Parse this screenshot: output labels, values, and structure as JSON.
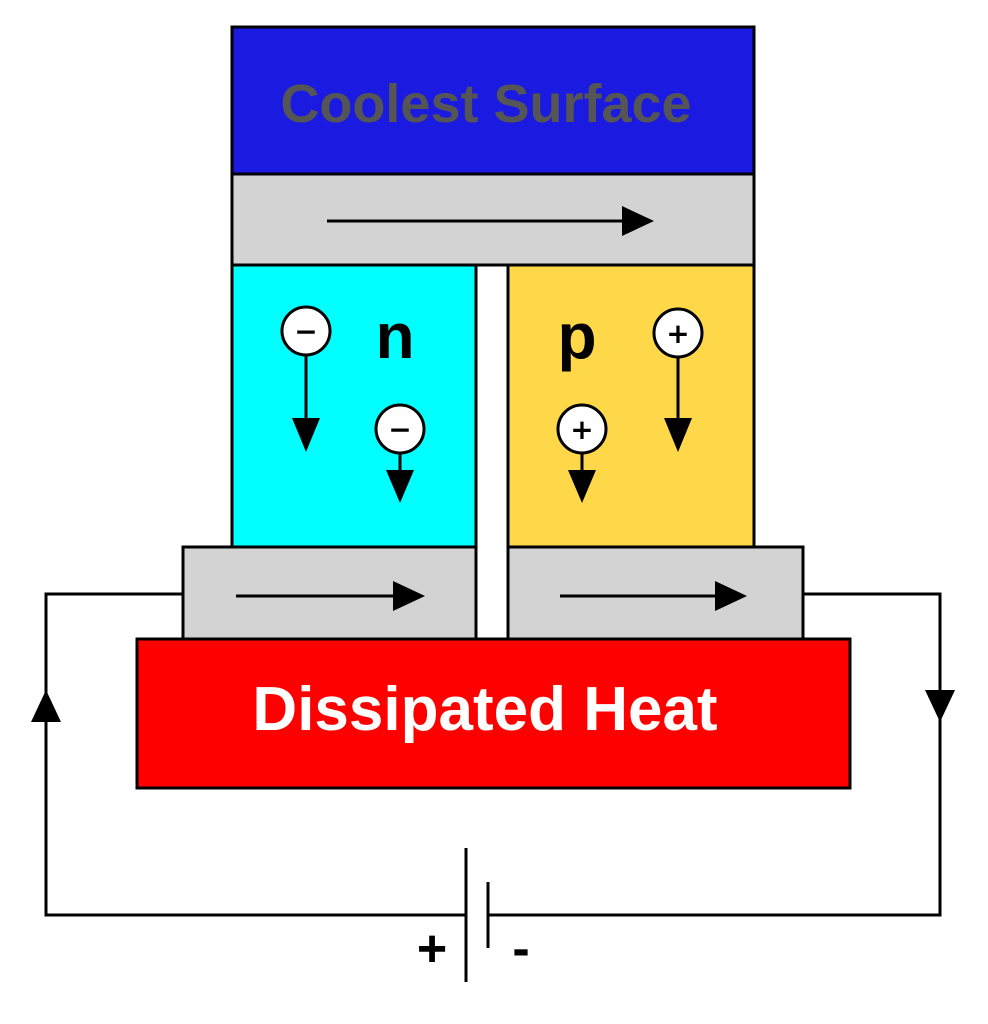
{
  "diagram": {
    "cold_plate_label": "Coolest Surface",
    "hot_plate_label": "Dissipated Heat",
    "n_leg_label": "n",
    "p_leg_label": "p",
    "electron_symbol": "−",
    "hole_symbol": "+",
    "battery_positive": "+",
    "battery_negative": "-"
  },
  "colors": {
    "cold_plate": "#1a1ae0",
    "cold_plate_text": "#555555",
    "conductor": "#d3d3d3",
    "n_leg": "#00ffff",
    "p_leg": "#ffd84a",
    "hot_plate": "#ff0000",
    "hot_plate_text": "#ffffff",
    "line": "#000000"
  }
}
